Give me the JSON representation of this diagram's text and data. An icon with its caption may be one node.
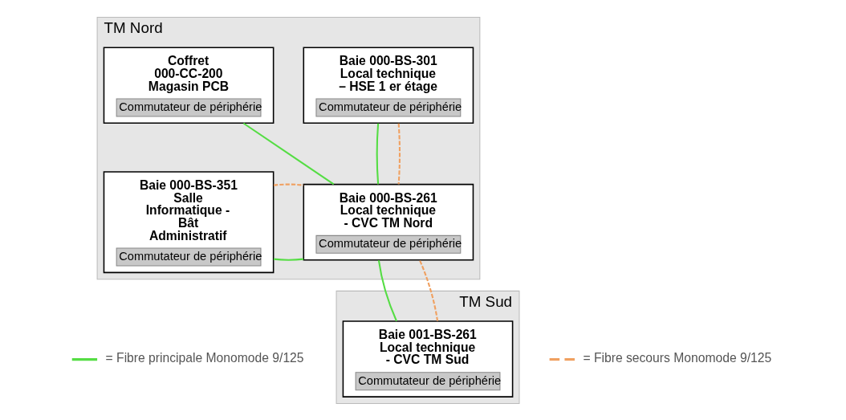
{
  "diagram": {
    "nodes": [
      {
        "text": [
          "TM Nord"
        ]
      },
      {
        "text": [
          "Baie 000-BS-301 Local technique – HSE 1 er étage",
          "Commutateur de périphérie"
        ],
        "in": 0
      },
      {
        "text": [
          "Coffret 000-CC-200 Magasin PCB",
          "Commutateur de périphérie"
        ],
        "in": 0
      },
      {
        "text": [
          "Baie 000-BS-351 Salle Informatique - Bât Administratif",
          "Commutateur de périphérie"
        ],
        "in": 0
      },
      {
        "text": [
          "Baie 000-BS-261 Local technique - CVC TM Nord",
          "Commutateur de périphérie"
        ],
        "in": 0
      },
      {
        "text": [
          "TM Sud"
        ]
      },
      {
        "text": [
          "Baie 001-BS-261 Local technique - CVC TM Sud",
          "Commutateur de périphérie"
        ],
        "in": 5
      }
    ],
    "edges": [
      {
        "from": 1,
        "to": 4,
        "arrow": "none"
      },
      {
        "from": 1,
        "to": 4,
        "arrow": "none",
        "style": "dashed",
        "color": "#f0a060"
      },
      {
        "from": 2,
        "to": 4,
        "arrow": "none"
      },
      {
        "from": 3,
        "to": 4,
        "arrow": "none"
      },
      {
        "from": 3,
        "to": 4,
        "arrow": "none",
        "style": "dashed",
        "color": "#f0a060"
      },
      {
        "from": 6,
        "to": 4,
        "arrow": "none"
      },
      {
        "from": 6,
        "to": 4,
        "arrow": "none",
        "style": "dashed",
        "color": "#f0a060"
      }
    ],
    "legend": [
      {
        "text": "= Fibre principale Monomode 9/125"
      },
      {
        "text": "= Fibre secours Monomode 9/125"
      }
    ]
  }
}
